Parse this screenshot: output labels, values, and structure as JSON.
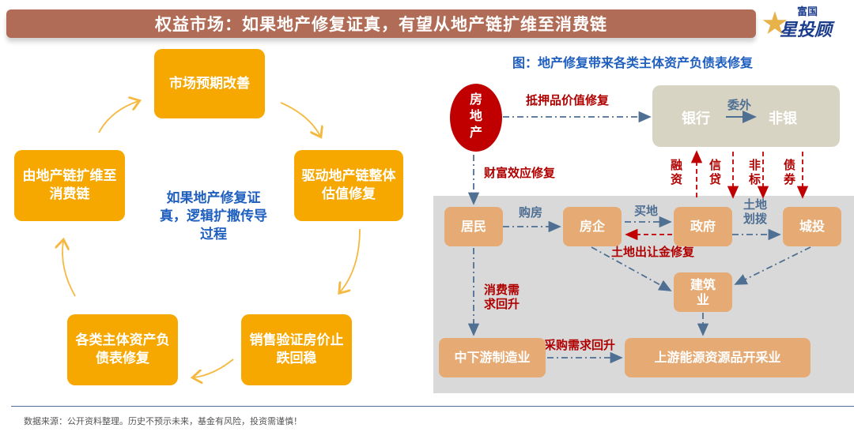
{
  "header": {
    "title": "权益市场：如果地产修复证真，有望从地产链扩维至消费链",
    "logo_top": "富国",
    "logo_bottom": "星投顾"
  },
  "cycle": {
    "center": "如果地产修复证真，逻辑扩撒传导过程",
    "steps": [
      "市场预期改善",
      "驱动地产链整体估值修复",
      "销售验证房价止跌回稳",
      "各类主体资产负债表修复",
      "由地产链扩维至消费链"
    ]
  },
  "flow": {
    "title": "图：地产修复带来各类主体资产负债表修复",
    "nodes": {
      "real_estate": "房地产",
      "bank": "银行",
      "nonbank": "非银",
      "residents": "居民",
      "developers": "房企",
      "government": "政府",
      "lgfv": "城投",
      "construction": "建筑业",
      "manufacturing": "中下游制造业",
      "upstream": "上游能源资源品开采业"
    },
    "labels": {
      "collateral": "抵押品价值修复",
      "wealth": "财富效应修复",
      "entrust": "委外",
      "financing": "融资",
      "credit": "信贷",
      "nonstandard": "非标",
      "bonds": "债券",
      "buy_house": "购房",
      "buy_land": "买地",
      "land_revenue": "土地出让金修复",
      "land_allot": "土地划拨",
      "consumption": "消费需求回升",
      "procurement": "采购需求回升"
    }
  },
  "footer": {
    "source": "数据来源：公开资料整理。历史不预示未来，基金有风险，投资需谨慎！"
  },
  "colors": {
    "title_bar": "#b06c56",
    "orange": "#f7a800",
    "tan": "#e6ab74",
    "red": "#c00000",
    "blue": "#1f5fbf"
  }
}
